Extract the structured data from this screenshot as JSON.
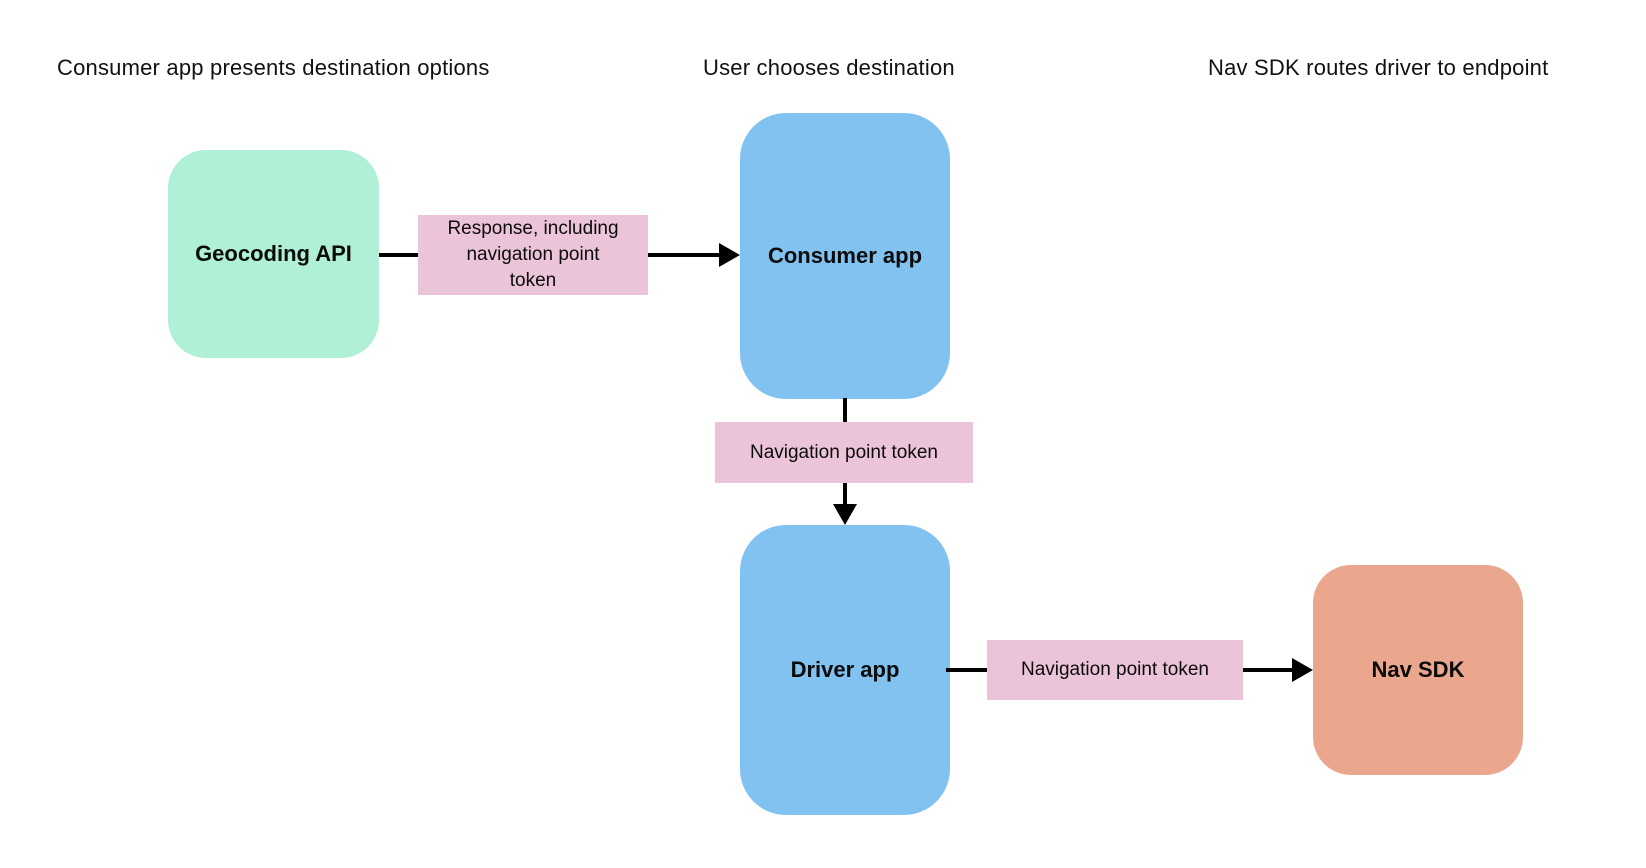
{
  "diagram": {
    "phases": [
      {
        "label": "Consumer app presents destination options"
      },
      {
        "label": "User chooses destination"
      },
      {
        "label": "Nav SDK routes driver to endpoint"
      }
    ],
    "nodes": {
      "geocoding_api": {
        "label": "Geocoding API",
        "color": "#AFF0D6"
      },
      "consumer_app": {
        "label": "Consumer app",
        "color": "#82C2F0"
      },
      "driver_app": {
        "label": "Driver app",
        "color": "#82C2F0"
      },
      "nav_sdk": {
        "label": "Nav SDK",
        "color": "#EAA78E"
      }
    },
    "edges": [
      {
        "from": "Geocoding API",
        "to": "Consumer app",
        "label_lines": [
          "Response, including",
          "navigation point",
          "token"
        ]
      },
      {
        "from": "Consumer app",
        "to": "Driver app",
        "label_lines": [
          "Navigation point token"
        ]
      },
      {
        "from": "Driver app",
        "to": "Nav SDK",
        "label_lines": [
          "Navigation point token"
        ]
      }
    ],
    "colors": {
      "edge_label_bg": "#ECC4D9",
      "arrow": "#000000",
      "background": "#FFFFFF"
    }
  }
}
